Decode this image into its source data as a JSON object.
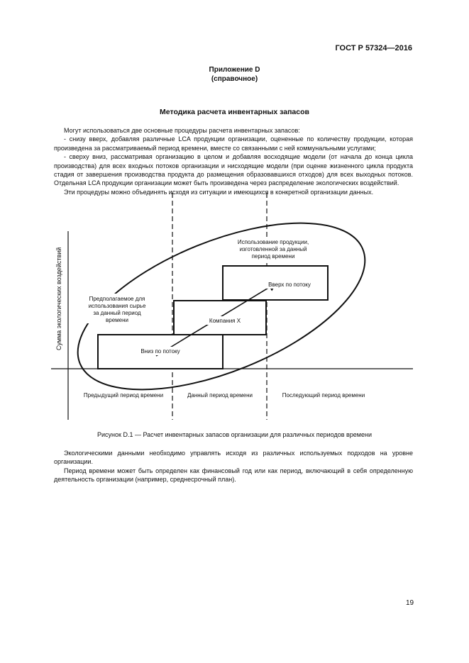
{
  "header": {
    "standard": "ГОСТ Р 57324—2016"
  },
  "annex": {
    "title": "Приложение D",
    "type": "(справочное)"
  },
  "section": {
    "title": "Методика расчета инвентарных запасов"
  },
  "intro": {
    "lead": "Могут использоваться две основные процедуры расчета инвентарных запасов:",
    "item1": "- снизу вверх, добавляя различные LCA продукции организации, оцененные по количеству продукции, которая произведена за рассматриваемый период времени, вместе со связанными с ней коммунальными услугами;",
    "item2": "- сверху вниз, рассматривая организацию в целом и добавляя восходящие модели (от начала до конца цикла производства) для всех входных потоков организации и нисходящие модели (при оценке жизненного цикла продукта стадия от завершения производства продукта до размещения образовавшихся отходов) для всех выходных потоков. Отдельная LCA продукции организации может быть произведена через распределение экологических воздействий.",
    "combine": "Эти процедуры можно объединять исходя из ситуации и имеющихся в конкретной организации данных."
  },
  "figure": {
    "y_axis_label": "Сумма экологических воздействий",
    "periods": [
      "Предыдущий период времени",
      "Данный период времени",
      "Последующий период времени"
    ],
    "label_usage": [
      "Использование продукции,",
      "изготовленной за данный",
      "период времени"
    ],
    "label_assumed": [
      "Предполагаемое для",
      "использования сырье",
      "за данный период",
      "времени"
    ],
    "label_company": "Компания X",
    "label_downstream": "Вверх по потоку",
    "label_upstream": "Вниз по потоку",
    "caption": "Рисунок D.1 — Расчет инвентарных запасов организации для различных периодов времени"
  },
  "after": {
    "p1": "Экологическими данными необходимо управлять исходя из различных используемых подходов на уровне организации.",
    "p2": "Период времени может быть определен как финансовый год или как период, включающий в себя определенную деятельность организации (например, среднесрочный план)."
  },
  "page": {
    "number": "19"
  }
}
